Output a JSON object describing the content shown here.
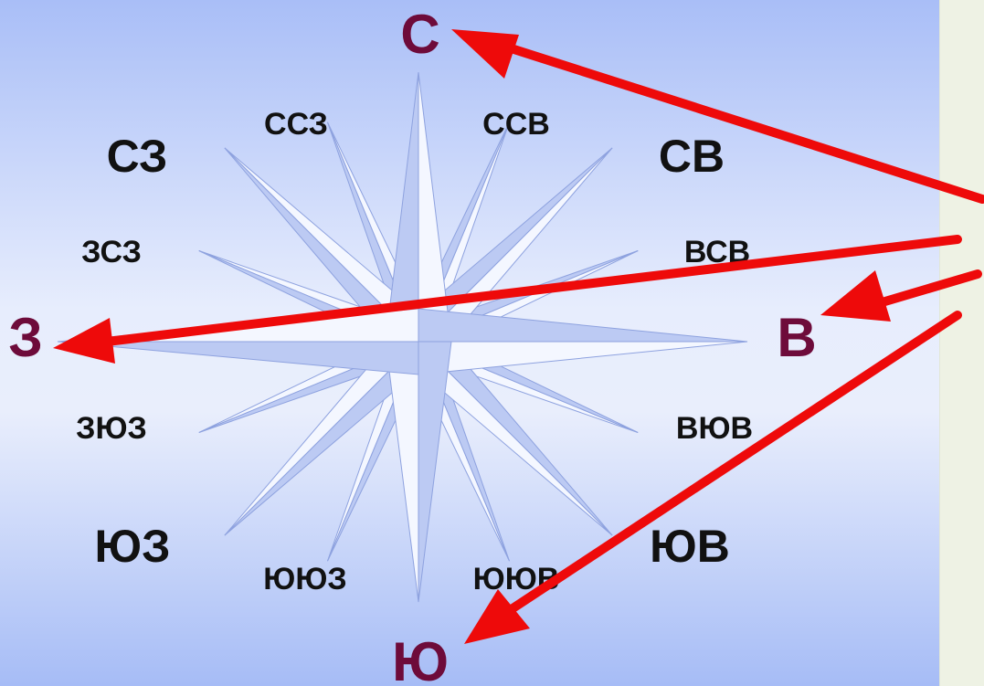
{
  "diagram": {
    "colors": {
      "cardinal_text": "#6e0b3a",
      "label_text": "#111111",
      "star_fill": "#bccaf3",
      "star_light": "#f4f7ff",
      "star_edge": "#8ea2df",
      "arrow": "#ee0a0a",
      "panel": "#eef2e4"
    },
    "cardinal": {
      "north": "С",
      "east": "В",
      "south": "Ю",
      "west": "З"
    },
    "intercardinal": {
      "northwest": "СЗ",
      "northeast": "СВ",
      "southwest": "ЮЗ",
      "southeast": "ЮВ"
    },
    "minor": {
      "nnw": "ССЗ",
      "nne": "ССВ",
      "wnw": "ЗСЗ",
      "ene": "ВСВ",
      "wsw": "ЗЮЗ",
      "ese": "ВЮВ",
      "ssw": "ЮЮЗ",
      "sse": "ЮЮВ"
    }
  }
}
